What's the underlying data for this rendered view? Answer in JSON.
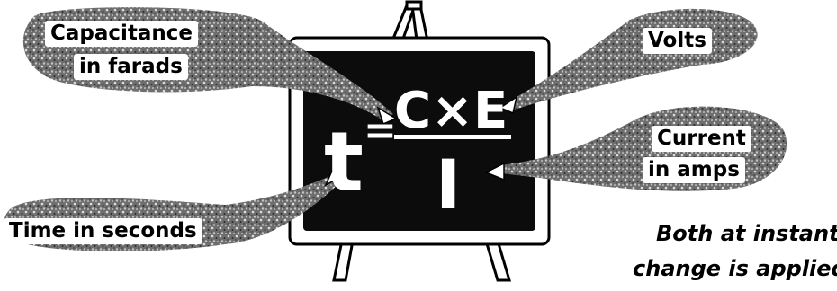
{
  "labels": {
    "capacitance_line1": "Capacitance",
    "capacitance_line2": "in farads",
    "volts": "Volts",
    "current_line1": "Current",
    "current_line2": "in amps",
    "time": "Time in seconds"
  },
  "formula": {
    "lhs": "t",
    "equals": "=",
    "numerator": "C×E",
    "denominator": "I"
  },
  "note": {
    "line1": "Both at instant",
    "line2": "change is applied"
  },
  "colors": {
    "blob": "#6e6e6e",
    "blackboard": "#0c0c0c",
    "chalk": "#ffffff"
  }
}
